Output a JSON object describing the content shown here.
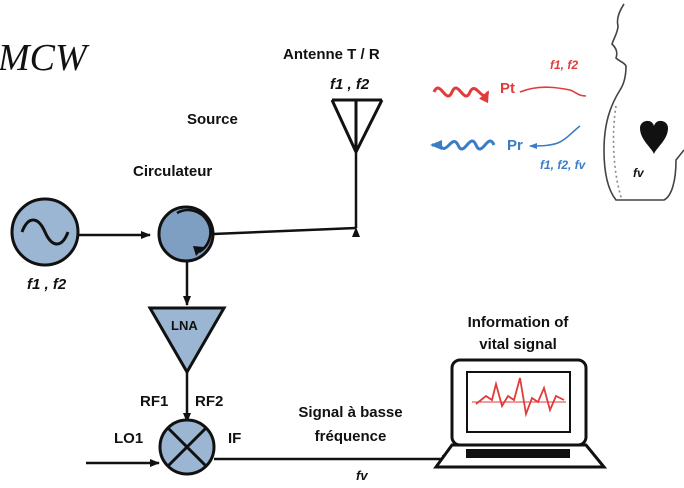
{
  "title": "MCW",
  "labels": {
    "antenna": "Antenne T / R",
    "antenna_freq": "f1 , f2",
    "source": "Source",
    "circulator": "Circulateur",
    "source_freq": "f1 , f2",
    "lna": "LNA",
    "rf1": "RF1",
    "rf2": "RF2",
    "lo1": "LO1",
    "if": "IF",
    "signal_line1": "Signal à basse",
    "signal_line2": "fréquence",
    "fv_bottom": "fv",
    "info_line1": "Information of",
    "info_line2": "vital signal",
    "pt": "Pt",
    "pr": "Pr",
    "tx_freq": "f1, f2",
    "rx_freq": "f1, f2, fv",
    "fv_heart": "fv"
  },
  "colors": {
    "transmit": "#e23b3b",
    "receive": "#3b7cc8",
    "component_fill": "#9bb6d3",
    "stroke": "#111111"
  }
}
